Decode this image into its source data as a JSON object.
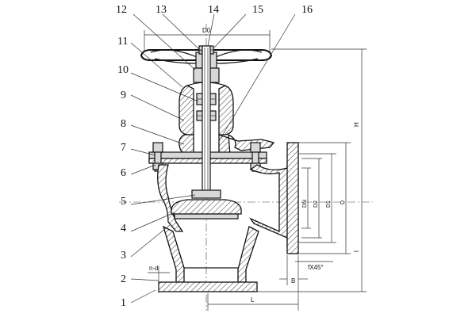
{
  "part_numbers": [
    "1",
    "2",
    "3",
    "4",
    "5",
    "6",
    "7",
    "8",
    "9",
    "10",
    "11",
    "12",
    "13",
    "14",
    "15",
    "16"
  ],
  "dimensions": {
    "handwheel_diameter": "D0",
    "overall_height": "H",
    "face_to_face": "L",
    "flange_lengths_right": "l",
    "flange_thickness": "B",
    "chamfer": "fX45°",
    "bolt_spec": "n-d",
    "dia_dn": "DN",
    "dia_d2": "D2",
    "dia_d1": "D1",
    "dia_d": "D"
  }
}
